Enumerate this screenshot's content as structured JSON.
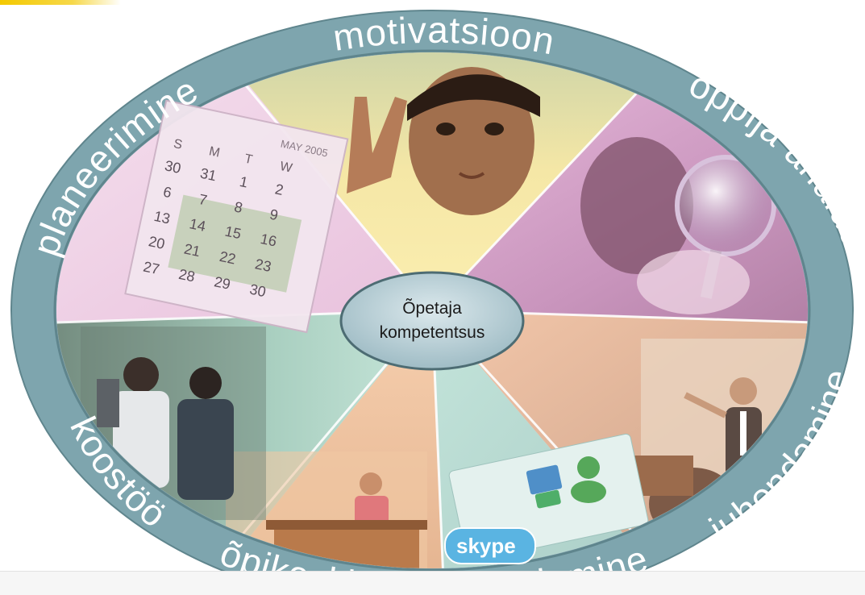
{
  "diagram": {
    "center": {
      "line1": "Õpetaja",
      "line2": "kompetentsus"
    },
    "ring_labels": {
      "top": "motivatsioon",
      "top_right": "õppija analüüs",
      "right": "juhendamine",
      "bottom_right": "hindamine",
      "bottom": "õpikeskkond",
      "bottom_left": "koostöö",
      "left": "planeerimine"
    },
    "sectors": [
      {
        "name": "motivation-photo",
        "color": "#f3e29a"
      },
      {
        "name": "learner-analysis-photo",
        "color": "#d9a6cf"
      },
      {
        "name": "tutoring-photo",
        "color": "#e9b79a"
      },
      {
        "name": "online-tools-photo",
        "color": "#b7ddd3"
      },
      {
        "name": "classroom-photo",
        "color": "#f1c9a4"
      },
      {
        "name": "cooperation-photo",
        "color": "#aed6c8"
      },
      {
        "name": "calendar-photo",
        "color": "#ecc6e0"
      }
    ],
    "calendar": {
      "header": "MAY 2005",
      "weekdays": [
        "S",
        "M",
        "T",
        "W"
      ],
      "rows": [
        [
          "30",
          "31",
          "1",
          "2"
        ],
        [
          "6",
          "7",
          "8",
          "9"
        ],
        [
          "13",
          "14",
          "15",
          "16"
        ],
        [
          "20",
          "21",
          "22",
          "23"
        ],
        [
          "27",
          "28",
          "29",
          "30"
        ]
      ]
    },
    "skype_logo": "skype",
    "colors": {
      "ring": "#7ea5ae",
      "ring_edge": "#5f858d",
      "center_fill": "#b9cfd6",
      "center_edge": "#4d6c73"
    }
  }
}
